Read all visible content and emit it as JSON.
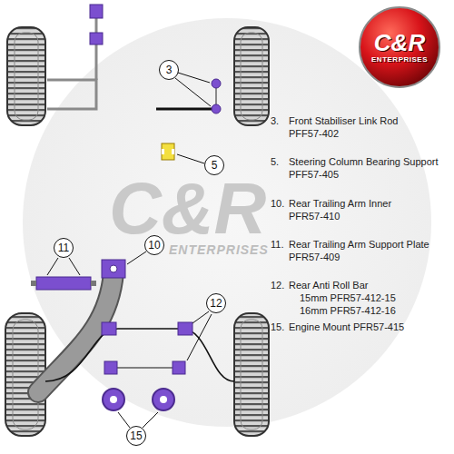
{
  "diagram": {
    "nodes": [
      {
        "text": [
          "C&R",
          "ENTERPRISES"
        ]
      },
      {
        "text": [
          "3"
        ]
      },
      {
        "text": [
          "5"
        ]
      },
      {
        "text": [
          "11"
        ]
      },
      {
        "text": [
          "10"
        ]
      },
      {
        "text": [
          "12"
        ]
      },
      {
        "text": [
          "15"
        ]
      }
    ],
    "labels": [
      "C&R",
      "ENTERPRISES",
      "3.",
      "Front Stabiliser Link Rod",
      "PFF57-402",
      "5.",
      "Steering Column Bearing Support",
      "PFF57-405",
      "10.",
      "Rear Trailing Arm Inner",
      "PFR57-410",
      "11.",
      "Rear Trailing Arm Support Plate",
      "PFR57-409",
      "12.",
      "Rear Anti Roll Bar",
      "15mm PFR57-412-15",
      "16mm PFR57-412-16",
      "15.",
      "Engine Mount PFR57-415"
    ]
  }
}
